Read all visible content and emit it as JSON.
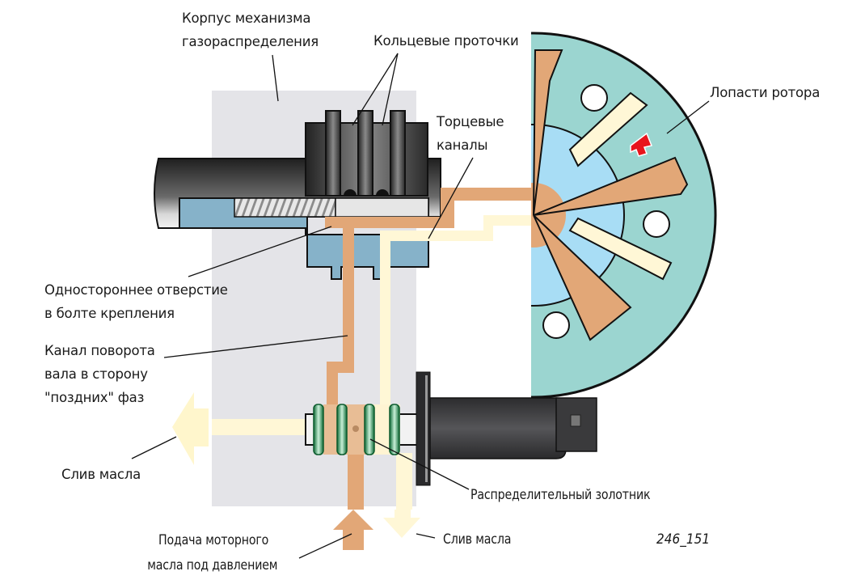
{
  "figure": {
    "title": "Схема механизма газораспределения с распределительным золотником",
    "figure_number": "246_151"
  },
  "labels": {
    "housing": [
      "Корпус механизма",
      "газораспределения"
    ],
    "annular_grooves": "Кольцевые проточки",
    "end_channels": [
      "Торцевые",
      "каналы"
    ],
    "rotor_vanes": "Лопасти ротора",
    "one_way_hole": [
      "Одностороннее отверстие",
      "в болте крепления"
    ],
    "retard_channel": [
      "Канал поворота",
      "вала в сторону",
      "\"поздних\" фаз"
    ],
    "oil_drain_left": "Слив масла",
    "spool_valve": "Распределительный золотник",
    "oil_supply": [
      "Подача моторного",
      "масла под давлением"
    ],
    "oil_drain_bottom": "Слив масла"
  },
  "colors": {
    "housing_block": "#e4e4e8",
    "pressure_oil": "#e2a777",
    "drain_oil": "#fff7d6",
    "drain_arrow": "#fff6cc",
    "bolt_body": "#86b2c9",
    "rotor_outer": "#9bd5d0",
    "rotor_chamber": "#a8ddf5",
    "seal_ring": "#1f8a4c",
    "direction_arrow": "#e8141c",
    "solenoid_body": "#3d3d3f"
  }
}
